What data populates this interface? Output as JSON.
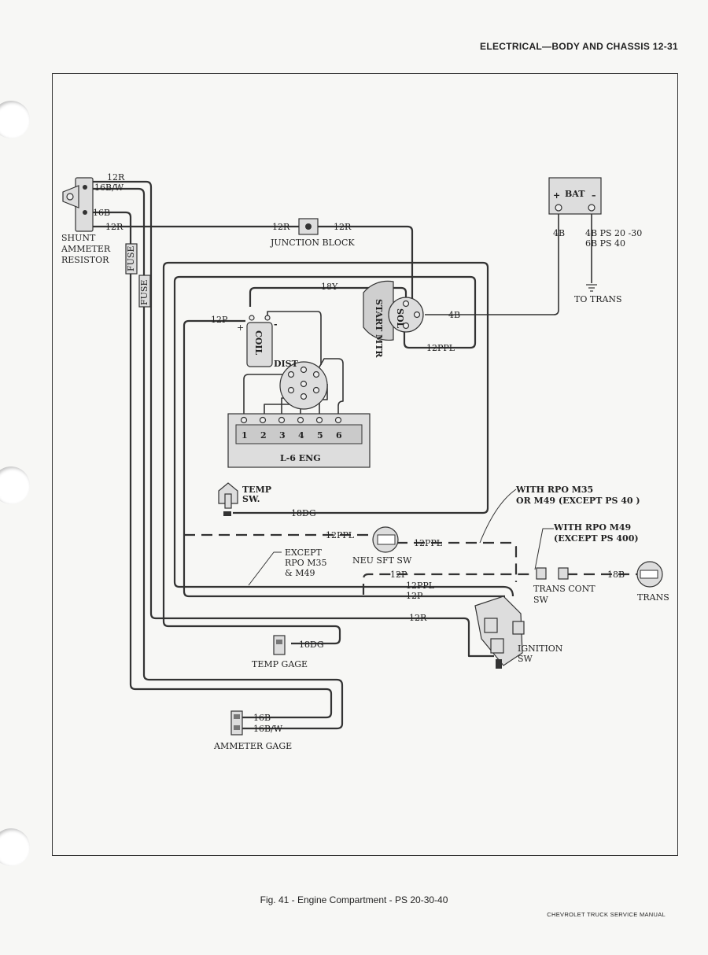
{
  "header": {
    "title": "ELECTRICAL—BODY AND CHASSIS 12-31"
  },
  "caption": "Fig. 41 - Engine Compartment - PS 20-30-40",
  "footer": "CHEVROLET TRUCK SERVICE MANUAL",
  "labels": {
    "w12r_a": "12R",
    "w16bw_a": "16B/W",
    "w16b_a": "16B",
    "w12r_b": "12R",
    "shunt1": "SHUNT",
    "shunt2": "AMMETER",
    "shunt3": "RESISTOR",
    "fuse1": "FUSE",
    "fuse2": "FUSE",
    "w12r_c": "12R",
    "w12r_d": "12R",
    "junction": "JUNCTION BLOCK",
    "bat": "BAT",
    "bat_plus": "+",
    "bat_minus": "–",
    "w4b": "4B",
    "w4b_ps": "4B PS 20  -30",
    "w6b_ps": "6B PS 40",
    "to_trans": "TO TRANS",
    "w18y": "18Y",
    "start_mtr": "START MTR",
    "sol": "SOL",
    "w4b_2": "4B",
    "w12ppl_a": "12PPL",
    "w12p_a": "12P",
    "coil": "COIL",
    "coil_plus": "+",
    "coil_minus": "-",
    "dist": "DIST",
    "cyl1": "1",
    "cyl2": "2",
    "cyl3": "3",
    "cyl4": "4",
    "cyl5": "5",
    "cyl6": "6",
    "engine": "L-6 ENG",
    "temp_sw1": "TEMP",
    "temp_sw2": "SW.",
    "w18dg_a": "18DG",
    "rpo1": "WITH RPO M35",
    "rpo2": "OR M49 (EXCEPT PS 40 )",
    "rpo3": "WITH RPO M49",
    "rpo4": "(EXCEPT PS 400)",
    "w12ppl_b": "12PPL",
    "w12ppl_c": "12PPL",
    "except1": "EXCEPT",
    "except2": "RPO M35",
    "except3": "& M49",
    "neu_sft": "NEU SFT SW",
    "w12p_b": "12P",
    "w18b": "18B",
    "w12ppl_d": "12PPL",
    "w12p_c": "12P",
    "trans_cont1": "TRANS CONT",
    "trans_cont2": "SW",
    "trans": "TRANS",
    "w12r_e": "12R",
    "ign1": "IGNITION",
    "ign2": "SW",
    "w18dg_b": "18DG",
    "temp_gage": "TEMP GAGE",
    "w16b_b": "16B",
    "w16bw_b": "16B/W",
    "ammeter_gage": "AMMETER GAGE"
  }
}
